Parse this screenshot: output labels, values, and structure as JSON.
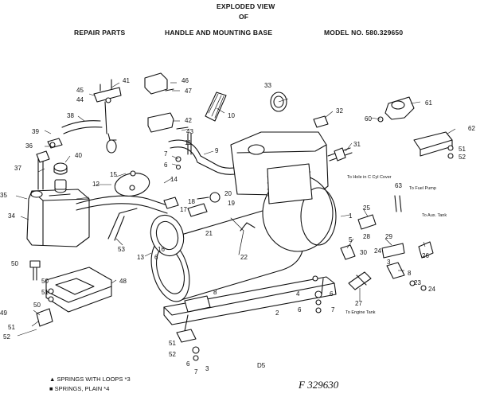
{
  "header": {
    "line1": "EXPLODED VIEW",
    "line2": "OF",
    "left": "REPAIR PARTS",
    "center": "HANDLE AND MOUNTING BASE",
    "model": "MODEL NO. 580.329650"
  },
  "callouts": {
    "to_head_cover": "To Hole in C Cyl Cover",
    "to_fuel_pump": "To Fuel Pump",
    "to_aux_tank": "To Aux. Tank",
    "to_engine_tank": "To Engine Tank"
  },
  "footer": {
    "legend_1": "▲ SPRINGS WITH LOOPS *3",
    "legend_2": "■ SPRINGS, PLAIN *4",
    "page_code": "D5",
    "figure_code": "F 329630"
  },
  "part_numbers": [
    "1",
    "2",
    "3",
    "4",
    "5",
    "6",
    "7",
    "8",
    "9",
    "10",
    "11",
    "12",
    "13",
    "14",
    "15",
    "16",
    "17",
    "18",
    "19",
    "20",
    "21",
    "22",
    "23",
    "24",
    "25",
    "26",
    "27",
    "28",
    "29",
    "30",
    "31",
    "32",
    "33",
    "34",
    "35",
    "36",
    "37",
    "38",
    "39",
    "40",
    "41",
    "42",
    "43",
    "44",
    "45",
    "46",
    "47",
    "48",
    "49",
    "50",
    "51",
    "52",
    "53",
    "60",
    "61",
    "62",
    "63"
  ]
}
